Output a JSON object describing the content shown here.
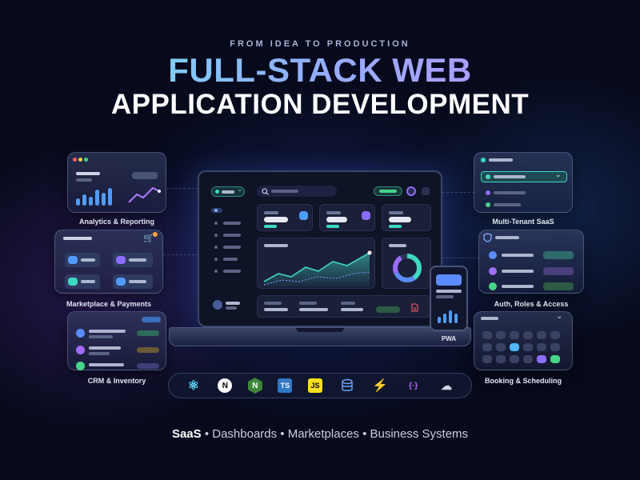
{
  "header": {
    "eyebrow": "FROM IDEA TO PRODUCTION",
    "title_line1": "FULL-STACK WEB",
    "title_line2": "APPLICATION DEVELOPMENT"
  },
  "cards": {
    "analytics": "Analytics & Reporting",
    "marketplace": "Marketplace & Payments",
    "crm": "CRM & Inventory",
    "saas": "Multi-Tenant SaaS",
    "auth": "Auth, Roles & Access",
    "booking": "Booking & Scheduling"
  },
  "phone": {
    "label": "PWA"
  },
  "tech_stack": [
    {
      "name": "react-icon",
      "glyph": "⚛"
    },
    {
      "name": "nextjs-icon",
      "glyph": "N"
    },
    {
      "name": "nodejs-icon",
      "glyph": "N"
    },
    {
      "name": "typescript-icon",
      "glyph": "TS"
    },
    {
      "name": "javascript-icon",
      "glyph": "JS"
    },
    {
      "name": "database-icon",
      "glyph": ""
    },
    {
      "name": "bolt-icon",
      "glyph": "⚡"
    },
    {
      "name": "graphql-icon",
      "glyph": "{·}"
    },
    {
      "name": "cloud-icon",
      "glyph": "☁"
    }
  ],
  "footer": {
    "first": "SaaS",
    "rest": " • Dashboards • Marketplaces • Business Systems"
  },
  "colors": {
    "accent_teal": "#3fd8c3",
    "accent_blue": "#5b8cff",
    "accent_purple": "#8b6cff"
  }
}
